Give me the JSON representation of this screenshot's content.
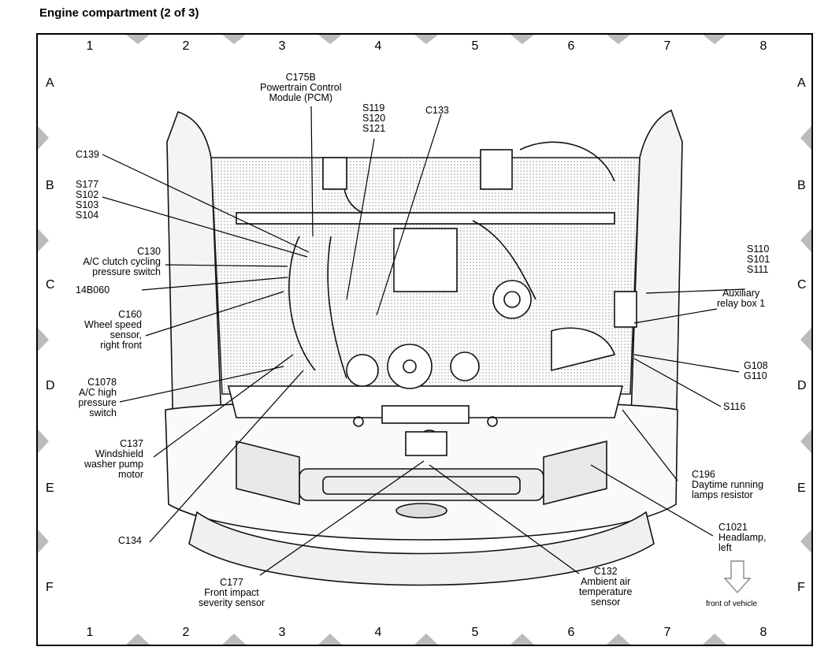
{
  "title": "Engine compartment (2 of 3)",
  "grid": {
    "columns": [
      "1",
      "2",
      "3",
      "4",
      "5",
      "6",
      "7",
      "8"
    ],
    "rows": [
      "A",
      "B",
      "C",
      "D",
      "E",
      "F"
    ]
  },
  "labels": {
    "c175b": [
      "C175B",
      "Powertrain Control",
      "Module (PCM)"
    ],
    "s119": [
      "S119",
      "S120",
      "S121"
    ],
    "c133": [
      "C133"
    ],
    "c139": [
      "C139"
    ],
    "s177": [
      "S177",
      "S102",
      "S103",
      "S104"
    ],
    "c130": [
      "C130",
      "A/C clutch cycling",
      "pressure switch"
    ],
    "b060": [
      "14B060"
    ],
    "c160": [
      "C160",
      "Wheel speed",
      "sensor,",
      "right front"
    ],
    "c1078": [
      "C1078",
      "A/C high",
      "pressure",
      "switch"
    ],
    "c137": [
      "C137",
      "Windshield",
      "washer pump",
      "motor"
    ],
    "c134": [
      "C134"
    ],
    "c177": [
      "C177",
      "Front impact",
      "severity sensor"
    ],
    "c132": [
      "C132",
      "Ambient air",
      "temperature",
      "sensor"
    ],
    "s110": [
      "S110",
      "S101",
      "S111"
    ],
    "aux": [
      "Auxiliary",
      "relay box 1"
    ],
    "g108": [
      "G108",
      "G110"
    ],
    "s116": [
      "S116"
    ],
    "c196": [
      "C196",
      "Daytime running",
      "lamps resistor"
    ],
    "c1021": [
      "C1021",
      "Headlamp,",
      "left"
    ],
    "front": [
      "front of vehicle"
    ]
  }
}
